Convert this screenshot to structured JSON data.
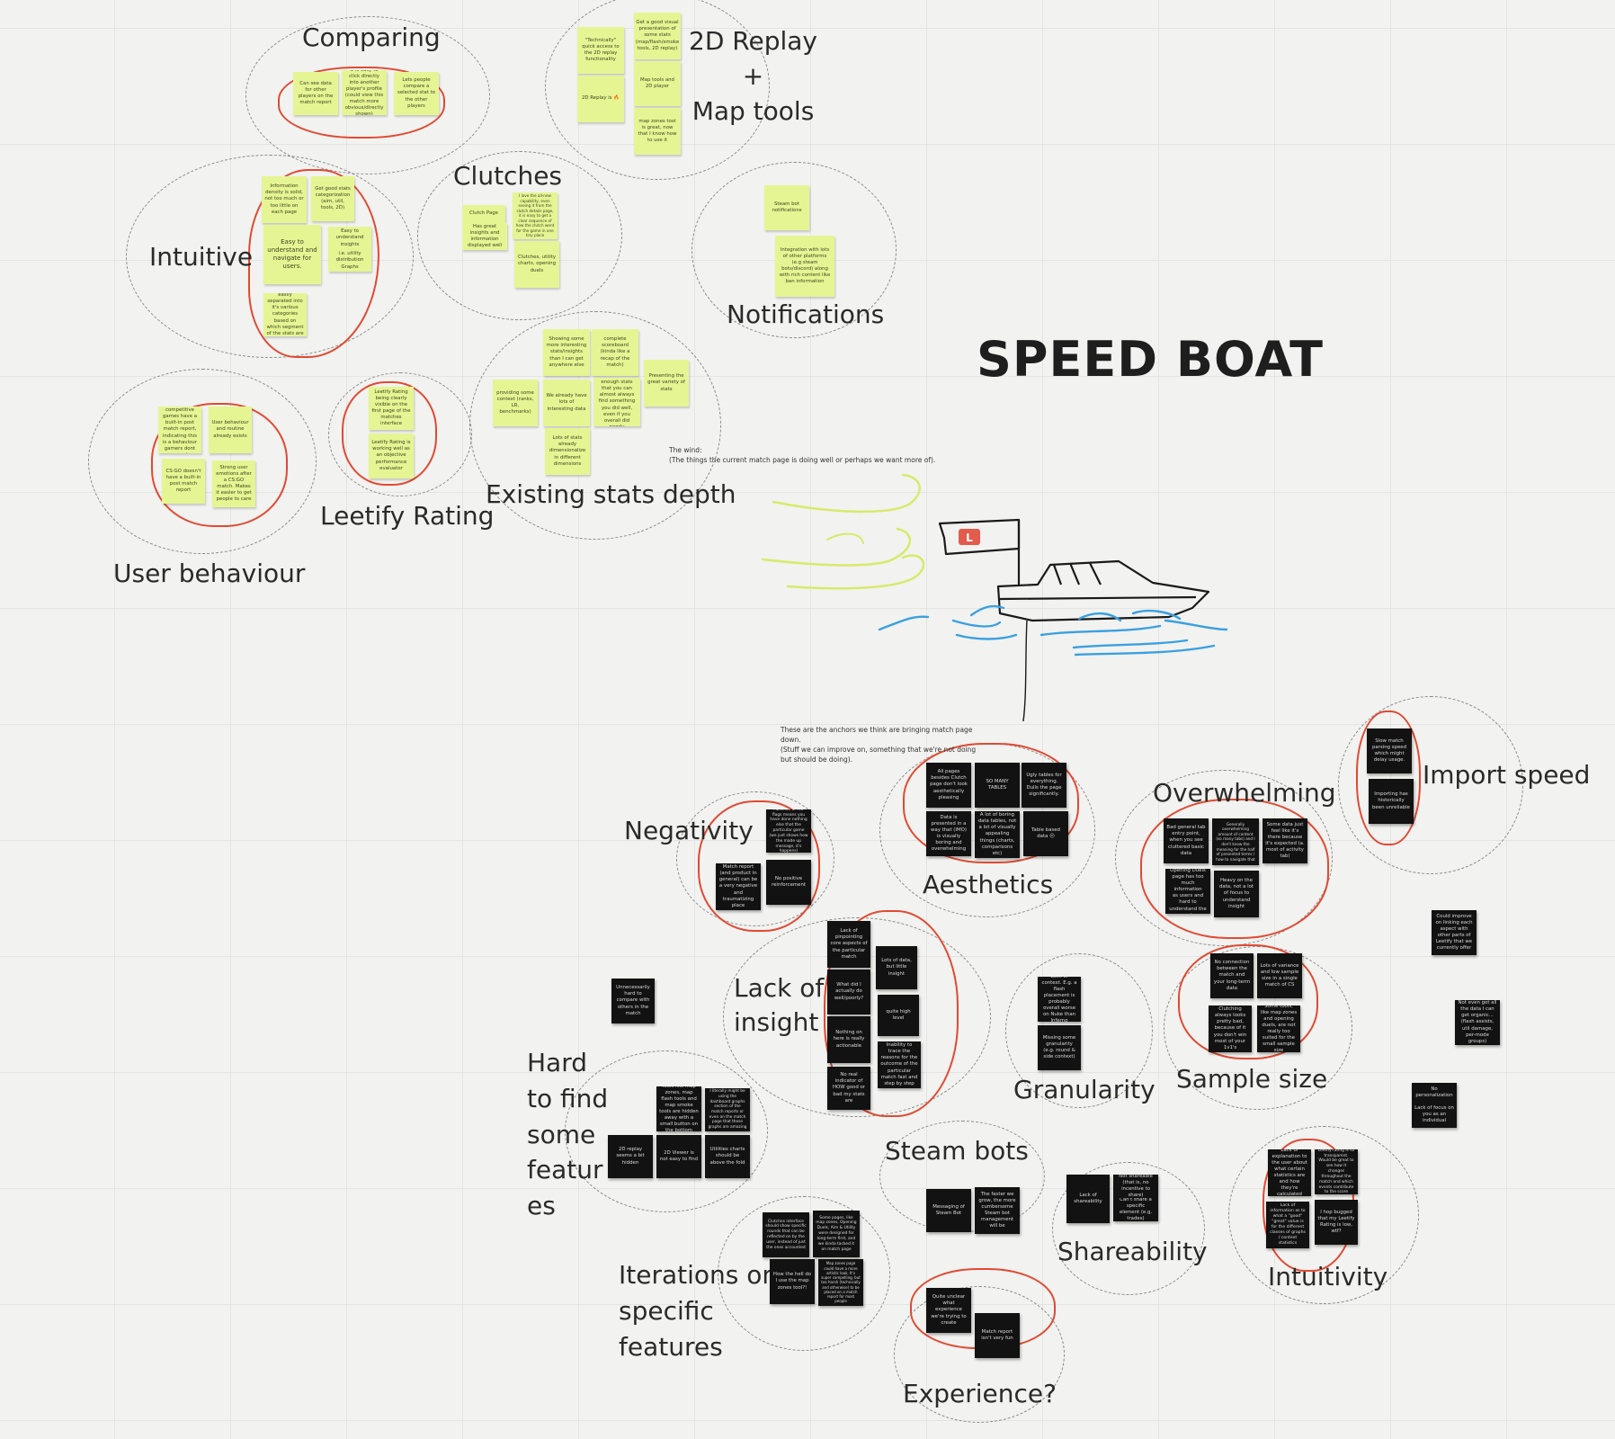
{
  "title": "SPEED BOAT",
  "wind_note": "The wind:\n(The things the current match page is doing well or perhaps we want more of).",
  "anchor_note": "These are the anchors we think are bringing match page down.\n(Stuff we can improve on, something that we're not doing but should be doing).",
  "logo_glyph": "L",
  "colors": {
    "sticky_yellow": "#e6f593",
    "sticky_black": "#121212",
    "highlight_red": "#e04a33",
    "wind_green": "#d7ea6a",
    "water_blue": "#3aa0e0"
  },
  "labels": {
    "comparing": "Comparing",
    "replay": "2D Replay\n+\nMap tools",
    "intuitive": "Intuitive",
    "clutches": "Clutches",
    "notifications": "Notifications",
    "user_behaviour": "User behaviour",
    "leetify_rating": "Leetify Rating",
    "existing_stats": "Existing stats depth",
    "negativity": "Negativity",
    "aesthetics": "Aesthetics",
    "overwhelming": "Overwhelming",
    "import_speed": "Import speed",
    "lack_insight": "Lack of\ninsight",
    "granularity": "Granularity",
    "sample_size": "Sample size",
    "hard_to_find": "Hard\nto find\nsome\nfeatur\nes",
    "steam_bots": "Steam bots",
    "shareability": "Shareability",
    "intuitivity": "Intuitivity",
    "iterations": "Iterations on\nspecific\nfeatures",
    "experience": "Experience?"
  },
  "notes": {
    "comparing": [
      "Can see data for other players on the match report",
      "It is easy to click directly into another player's profile (could view this match more obvious/directly shown)",
      "Lets people compare a selected stat to the other players"
    ],
    "replay": [
      "\"Technically\" quick access to the 2D replay functionality",
      "Get a good visual presentation of some stats (map/flash/smoke tools, 2D replay)",
      "2D Replay is 🔥",
      "Map tools and 2D player",
      "map zones tool is great, now that I know how to use it"
    ],
    "intuitive": [
      "Information density is solid, not too much or too little on each page",
      "Get good stats categorization (aim, util, tools, 2D)",
      "Easy to understand and navigate for users.",
      "Easy to understand insights",
      "i.e. utility distribution Graphs",
      "Mouflon is easily separated into it's various categories based on which segment of the stats are being looked"
    ],
    "clutches": [
      "Clutch Page",
      "I love the all-new capability, even seeing it from the clutch details page, it is easy to get a clear sequence of how the clutch went for the game in one tiny place",
      "Has great insights and information displayed well",
      "Clutches, utility charts, opening duels"
    ],
    "notifications": [
      "Steam bot notifications",
      "Integration with lots of other platforms (e.g steam bots/discord) along with rich content like ban information"
    ],
    "user_behaviour": [
      "Most other competitive games have a built-in post match report, indicating this is a behaviour gamers dont expect",
      "User behaviour and routine already exists",
      "CS:GO doesn't have a built-in post match report",
      "Strong user emotions after a CS:GO match. Makes it easier to get people to care"
    ],
    "leetify": [
      "Leetify Rating being clearly visible on the first page of the matches interface",
      "Leetify Rating is working well as an objective performance evaluator"
    ],
    "existing": [
      "Showing some more interesting stats/insights than I can get anywhere else",
      "complete scoreboard (kinda like a recap of the match)",
      "Presenting the great variety of stats",
      "providing some context (ranks, LR, benchmarks)",
      "We already have lots of interesting data",
      "Has diverse enough stats that you can almost always find something you did well, even if you overall did poorly",
      "Lots of stats already dimensionalize in different dimensions"
    ],
    "negativity": [
      "Absence of red flags means you have done nothing else that the particular game (we just shows how the made up message, it's happens)",
      "Match report (and product in general) can be a very negative and traumatizing place",
      "No positive reinforcement"
    ],
    "aesthetics": [
      "All pages besides Clutch page don't look aesthetically pleasing",
      "SO MANY TABLES",
      "Ugly tables for everything. Dulls the page significantly.",
      "Data is presented in a way that (IMO) is visually boring and overwhelming",
      "A lot of boring data tables, not a lot of visually appealing things (charts, comparisons etc)",
      "Table based data 😐"
    ],
    "overwhelming": [
      "Bad general tab entry point, when you see cluttered basic data",
      "Generally overwhelming amount of content (so many tabs) and I don't know the meaning for the half of presented terms / how to navigate that",
      "Some data just feel like it's there because it's expected (a. most of activity tab)",
      "Opening Duels page has too much information",
      "Overwhelming as users and hard to understand the overview",
      "Heavy on the data, not a lot of focus to understand insight"
    ],
    "import": [
      "Slow match parsing speed which might delay usage.",
      "Importing has historically been unreliable"
    ],
    "lack_insight": [
      "Lack of pinpointing core aspects of the particular match",
      "Lots of data, but little insight",
      "What did I actually do well/poorly?",
      "quite high level",
      "Nothing on here is really actionable",
      "Inability to trace the reasons for the outcome of the particular match fast and step by step",
      "No real indicator of HOW good or bad my stats are"
    ],
    "hard": [
      "Unnecessarily hard to compare with others in the match",
      "Tools like map zones, map flash tools and map smoke tools are hidden away with a small button on the bottom",
      "I literally might be using the dashboard graphs section of the match reports or even on the match page that these graphs are amazing",
      "2D replay seems a bit hidden",
      "2D Viewer is not easy to find",
      "Utilities charts should be above the fold"
    ],
    "steam": [
      "Messaging of Steam Bot",
      "The faster we grow, the more cumbersome Steam bot management will be"
    ],
    "granularity": [
      "Lack of context. E.g. a flash placement is probably overall worse on Nuke than Inferno",
      "Missing some granularity (e.g. round & side context)"
    ],
    "sample": [
      "No connection between the match and your long-term data",
      "Lots of variance and low sample size in a single match of CS",
      "Clutching always looks pretty bad, because of it you don't win most of your 1v1's",
      "Some tools, like map zones and opening duels, are not really too suited for the small sample size"
    ],
    "shareability": [
      "Lack of shareability",
      "Not shareable (that is, no incentive to share)",
      "Can't share a specific element (e.g. trades)"
    ],
    "intuitivity": [
      "Lack of explanation to the user about what certain statistics are and how they're calculated",
      "Leetify rating is so transparent. Would be great to see how it changes throughout the match and which events contribute to the score",
      "Lack of information as to what a \"good\" \"great\" value is for the different classes of graphs / context statistics",
      "I hop bugged that my Leetify Rating is low, wtf?"
    ],
    "iterations": [
      "Clutches interface should show specific rounds that can be reflected on by the user, instead of just the ones accounted",
      "Some pages, like map zones, Opening Duels, Aim & Utility were designed for long-term first, and we kinda tacked it on match page",
      "How the hell do I use the map zones tool?!",
      "Map zones page could have a more artistic look. It's super compelling, but too harsh (technically and otherwise) to be placed on a match report for most people"
    ],
    "experience": [
      "Quite unclear what experience we're trying to create",
      "Match report isn't very fun"
    ],
    "right": [
      "Could improve on linking each aspect with other parts of Leetify that we currently offer",
      "Not even got all the data I can get organic... (flash assists, util damage, per-mode groups)",
      "No personalization\n\nLack of focus on you as an individual"
    ]
  }
}
